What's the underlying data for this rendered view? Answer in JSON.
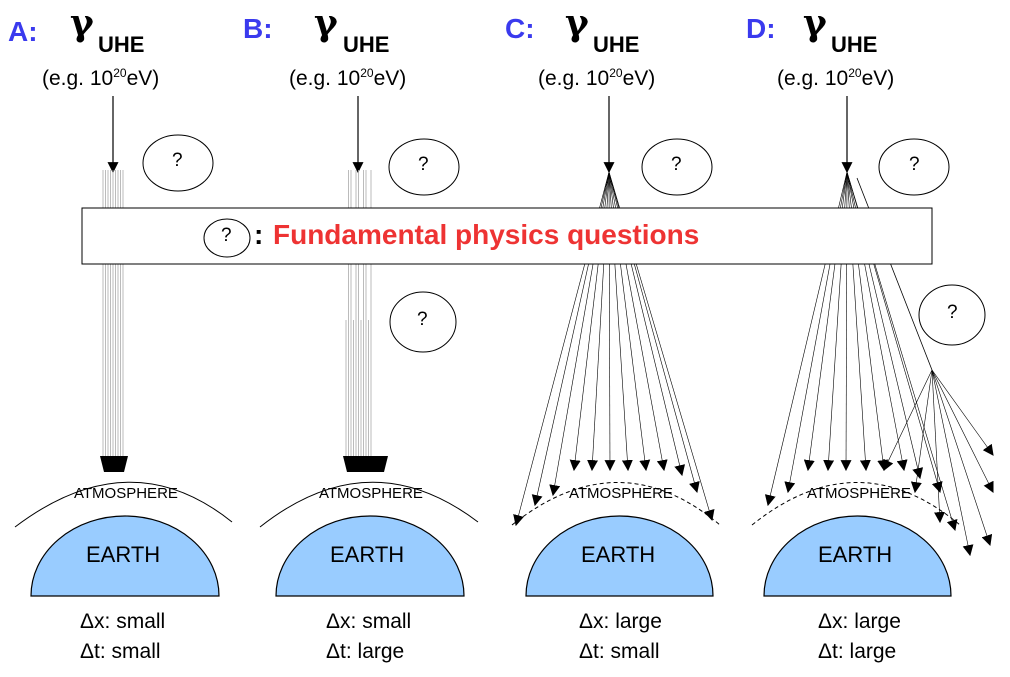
{
  "panels": [
    {
      "letter": "A:",
      "gamma": "γ",
      "subscript": "UHE",
      "energy_prefix": "(e.g. 10",
      "energy_exp": "20",
      "energy_suffix": "eV)",
      "atmosphere": "ATMOSPHERE",
      "earth": "EARTH",
      "dx": "Δx: small",
      "dt": "Δt: small"
    },
    {
      "letter": "B:",
      "gamma": "γ",
      "subscript": "UHE",
      "energy_prefix": "(e.g. 10",
      "energy_exp": "20",
      "energy_suffix": "eV)",
      "atmosphere": "ATMOSPHERE",
      "earth": "EARTH",
      "dx": "Δx: small",
      "dt": "Δt: large"
    },
    {
      "letter": "C:",
      "gamma": "γ",
      "subscript": "UHE",
      "energy_prefix": "(e.g. 10",
      "energy_exp": "20",
      "energy_suffix": "eV)",
      "atmosphere": "ATMOSPHERE",
      "earth": "EARTH",
      "dx": "Δx: large",
      "dt": "Δt: small"
    },
    {
      "letter": "D:",
      "gamma": "γ",
      "subscript": "UHE",
      "energy_prefix": "(e.g. 10",
      "energy_exp": "20",
      "energy_suffix": "eV)",
      "atmosphere": "ATMOSPHERE",
      "earth": "EARTH",
      "dx": "Δx: large",
      "dt": "Δt: large"
    }
  ],
  "question_mark": "?",
  "banner": {
    "colon": ":",
    "text": "Fundamental physics questions"
  },
  "colors": {
    "letter": "#3a3aee",
    "banner_text": "#ee3333",
    "earth_fill": "#99ccff"
  }
}
